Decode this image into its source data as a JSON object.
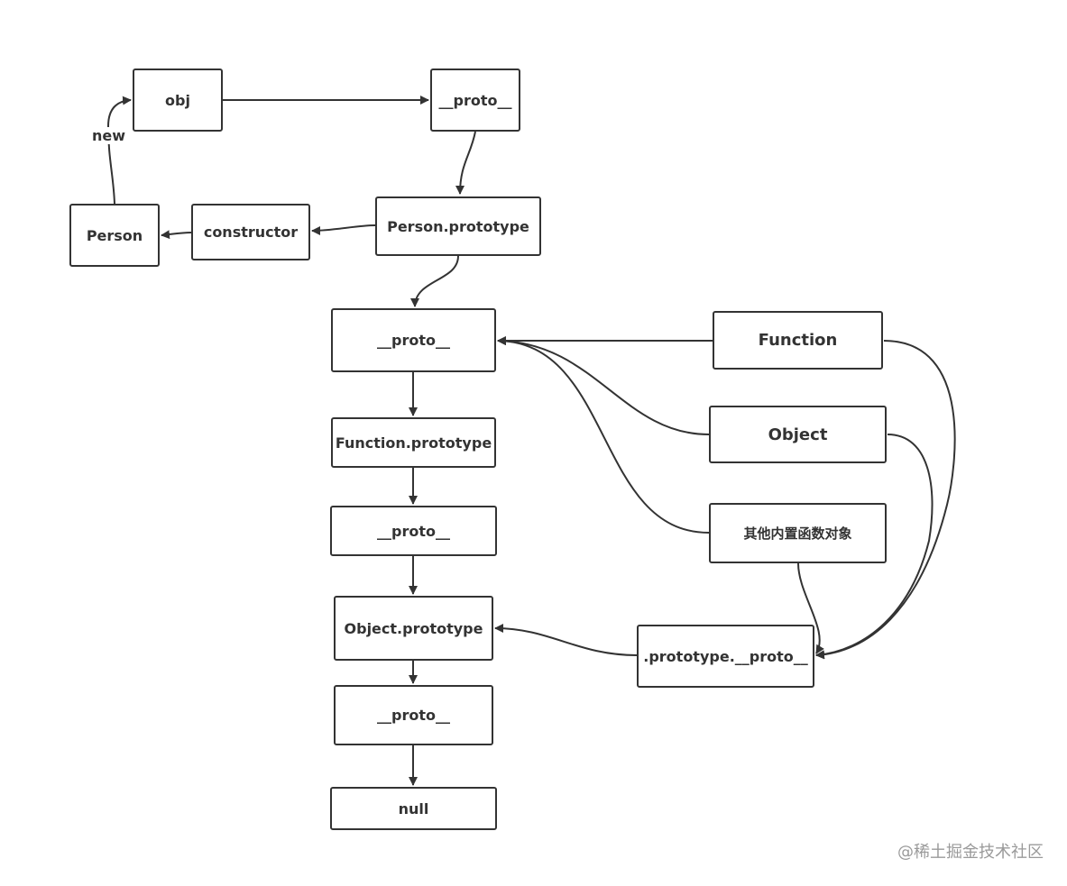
{
  "nodes": {
    "obj": "obj",
    "proto_top": "__proto__",
    "person": "Person",
    "constructor": "constructor",
    "person_prototype": "Person.prototype",
    "proto_fn": "__proto__",
    "function_prototype": "Function.prototype",
    "proto_obj": "__proto__",
    "object_prototype": "Object.prototype",
    "proto_null": "__proto__",
    "null": "null",
    "function": "Function",
    "object": "Object",
    "builtins": "其他内置函数对象",
    "prototype_proto": ".prototype.__proto__"
  },
  "edge_labels": {
    "new": "new"
  },
  "watermark": "@稀土掘金技术社区",
  "colors": {
    "stroke": "#333333",
    "background": "#ffffff",
    "watermark": "#9a9a9a"
  }
}
